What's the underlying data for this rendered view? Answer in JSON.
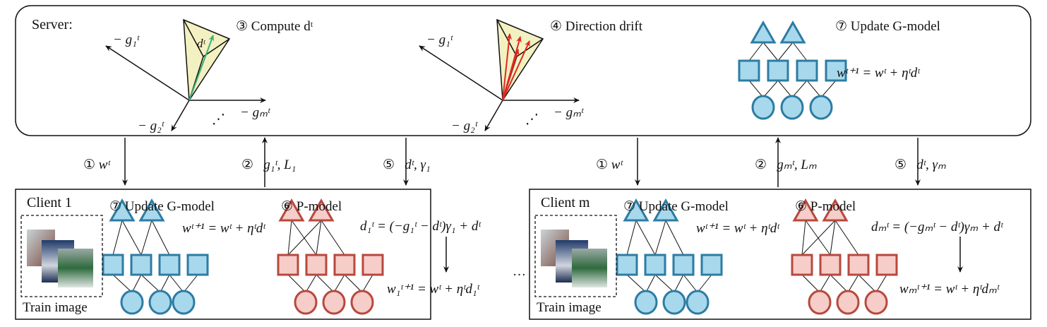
{
  "server": {
    "label": "Server:",
    "step3": {
      "num": "③",
      "text": "Compute dᵗ"
    },
    "step4": {
      "num": "④",
      "text": "Direction drift"
    },
    "step7": {
      "num": "⑦",
      "text": "Update G-model"
    },
    "axes": {
      "g1": "− g₁ᵗ",
      "g2": "− g₂ᵗ",
      "gm": "− gₘᵗ",
      "dots": "⋰",
      "d": "dᵗ"
    },
    "update_formula": "wᵗ⁺¹ = wᵗ + ηᵗdᵗ"
  },
  "arrows": {
    "c1": [
      {
        "num": "①",
        "text": "wᵗ"
      },
      {
        "num": "②",
        "text": "g₁ᵗ, L₁"
      },
      {
        "num": "⑤",
        "text": "dᵗ, γ₁"
      }
    ],
    "cm": [
      {
        "num": "①",
        "text": "wᵗ"
      },
      {
        "num": "②",
        "text": "gₘᵗ, Lₘ"
      },
      {
        "num": "⑤",
        "text": "dᵗ, γₘ"
      }
    ]
  },
  "clients": [
    {
      "title": "Client 1",
      "train_label": "Train image",
      "g_num": "⑦",
      "g_text": "Update G-model",
      "p_num": "⑥",
      "p_text": "P-model",
      "g_formula": "wᵗ⁺¹ = wᵗ + ηᵗdᵗ",
      "d_formula": "d₁ᵗ = (−g₁ᵗ − dᵗ)γ₁ + dᵗ",
      "w_formula": "w₁ᵗ⁺¹ = wᵗ + ηᵗd₁ᵗ"
    },
    {
      "title": "Client m",
      "train_label": "Train image",
      "g_num": "⑦",
      "g_text": "Update G-model",
      "p_num": "⑥",
      "p_text": "P-model",
      "g_formula": "wᵗ⁺¹ = wᵗ + ηᵗdᵗ",
      "d_formula": "dₘᵗ = (−gₘᵗ − dᵗ)γₘ + dᵗ",
      "w_formula": "wₘᵗ⁺¹ = wᵗ + ηᵗdₘᵗ"
    }
  ],
  "ellipsis": "…",
  "colors": {
    "blue_fill": "#a8d8ec",
    "blue_stroke": "#2c7ca3",
    "red_fill": "#f6cdc8",
    "red_stroke": "#b8483e",
    "pyramid": "#f3f1c2",
    "green": "#3fb07a",
    "red_arrow": "#e0281f"
  }
}
